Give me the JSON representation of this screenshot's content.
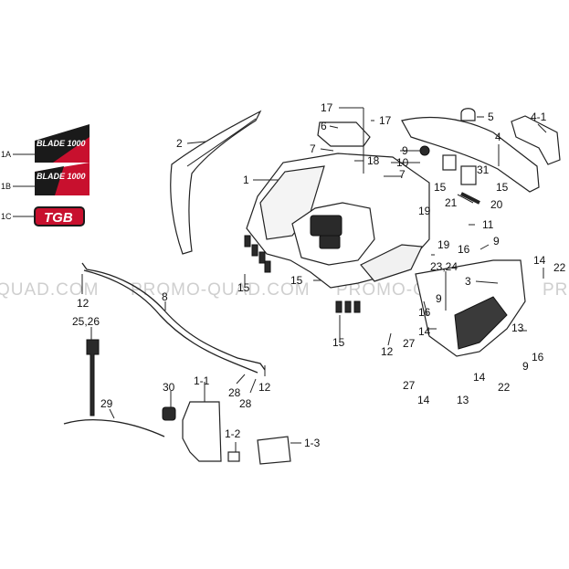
{
  "watermark": {
    "left": "QUAD.COM",
    "middle": "PROMO-QUAD.COM",
    "right": "PROMO-QUAD.COM",
    "edge": "PR"
  },
  "decals": [
    {
      "code": "1A",
      "text": "BLADE 1000"
    },
    {
      "code": "1B",
      "text": "BLADE 1000"
    },
    {
      "code": "1C",
      "text": "TGB"
    }
  ],
  "colors": {
    "decal_red": "#c8102e",
    "decal_dark": "#1a1a1a",
    "watermark": "#cfcfcf"
  },
  "callouts": [
    {
      "id": "c17a",
      "text": "17"
    },
    {
      "id": "c17b",
      "text": "17"
    },
    {
      "id": "c6",
      "text": "6"
    },
    {
      "id": "c7a",
      "text": "7"
    },
    {
      "id": "c7b",
      "text": "7"
    },
    {
      "id": "c18",
      "text": "18"
    },
    {
      "id": "c1",
      "text": "1"
    },
    {
      "id": "c2",
      "text": "2"
    },
    {
      "id": "c5",
      "text": "5"
    },
    {
      "id": "c41",
      "text": "4-1"
    },
    {
      "id": "c4",
      "text": "4"
    },
    {
      "id": "c9a",
      "text": "9"
    },
    {
      "id": "c10",
      "text": "10"
    },
    {
      "id": "c31",
      "text": "31"
    },
    {
      "id": "c15a",
      "text": "15"
    },
    {
      "id": "c15b",
      "text": "15"
    },
    {
      "id": "c21",
      "text": "21"
    },
    {
      "id": "c20",
      "text": "20"
    },
    {
      "id": "c19a",
      "text": "19"
    },
    {
      "id": "c11",
      "text": "11"
    },
    {
      "id": "c19b",
      "text": "19"
    },
    {
      "id": "c16a",
      "text": "16"
    },
    {
      "id": "c9b",
      "text": "9"
    },
    {
      "id": "c14a",
      "text": "14"
    },
    {
      "id": "c22a",
      "text": "22"
    },
    {
      "id": "c2324",
      "text": "23,24"
    },
    {
      "id": "c3",
      "text": "3"
    },
    {
      "id": "c15c",
      "text": "15"
    },
    {
      "id": "c15d",
      "text": "15"
    },
    {
      "id": "c15e",
      "text": "15"
    },
    {
      "id": "c12a",
      "text": "12"
    },
    {
      "id": "c8",
      "text": "8"
    },
    {
      "id": "c2526",
      "text": "25,26"
    },
    {
      "id": "c16b",
      "text": "16"
    },
    {
      "id": "c9c",
      "text": "9"
    },
    {
      "id": "c13a",
      "text": "13"
    },
    {
      "id": "c12b",
      "text": "12"
    },
    {
      "id": "c14b",
      "text": "14"
    },
    {
      "id": "c27a",
      "text": "27"
    },
    {
      "id": "c16c",
      "text": "16"
    },
    {
      "id": "c9d",
      "text": "9"
    },
    {
      "id": "c14c",
      "text": "14"
    },
    {
      "id": "c22b",
      "text": "22"
    },
    {
      "id": "c27b",
      "text": "27"
    },
    {
      "id": "c14d",
      "text": "14"
    },
    {
      "id": "c13b",
      "text": "13"
    },
    {
      "id": "c30",
      "text": "30"
    },
    {
      "id": "c11b",
      "text": "1-1"
    },
    {
      "id": "c28a",
      "text": "28"
    },
    {
      "id": "c28b",
      "text": "28"
    },
    {
      "id": "c12c",
      "text": "12"
    },
    {
      "id": "c29",
      "text": "29"
    },
    {
      "id": "c12d",
      "text": "1-2"
    },
    {
      "id": "c13c",
      "text": "1-3"
    }
  ]
}
